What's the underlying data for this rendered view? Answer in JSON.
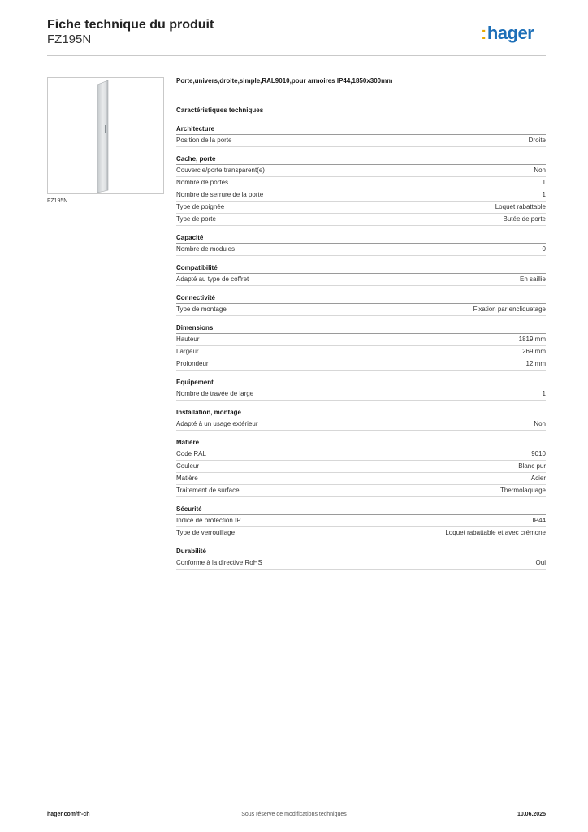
{
  "header": {
    "title": "Fiche technique du produit",
    "reference": "FZ195N",
    "logo_text": "hager",
    "logo_prefix": ":"
  },
  "product": {
    "image_caption": "FZ195N",
    "description": "Porte,univers,droite,simple,RAL9010,pour armoires IP44,1850x300mm",
    "tech_title": "Caractéristiques techniques"
  },
  "sections": [
    {
      "title": "Architecture",
      "rows": [
        {
          "label": "Position de la porte",
          "value": "Droite"
        }
      ]
    },
    {
      "title": "Cache, porte",
      "rows": [
        {
          "label": "Couvercle/porte transparent(e)",
          "value": "Non"
        },
        {
          "label": "Nombre de portes",
          "value": "1"
        },
        {
          "label": "Nombre de serrure de la porte",
          "value": "1"
        },
        {
          "label": "Type de poignée",
          "value": "Loquet rabattable"
        },
        {
          "label": "Type de porte",
          "value": "Butée de porte"
        }
      ]
    },
    {
      "title": "Capacité",
      "rows": [
        {
          "label": "Nombre de modules",
          "value": "0"
        }
      ]
    },
    {
      "title": "Compatibilité",
      "rows": [
        {
          "label": "Adapté au type de coffret",
          "value": "En saillie"
        }
      ]
    },
    {
      "title": "Connectivité",
      "rows": [
        {
          "label": "Type de montage",
          "value": "Fixation par encliquetage"
        }
      ]
    },
    {
      "title": "Dimensions",
      "rows": [
        {
          "label": "Hauteur",
          "value": "1819 mm"
        },
        {
          "label": "Largeur",
          "value": "269 mm"
        },
        {
          "label": "Profondeur",
          "value": "12 mm"
        }
      ]
    },
    {
      "title": "Equipement",
      "rows": [
        {
          "label": "Nombre de travée de large",
          "value": "1"
        }
      ]
    },
    {
      "title": "Installation, montage",
      "rows": [
        {
          "label": "Adapté à un usage extérieur",
          "value": "Non"
        }
      ]
    },
    {
      "title": "Matière",
      "rows": [
        {
          "label": "Code RAL",
          "value": "9010"
        },
        {
          "label": "Couleur",
          "value": "Blanc pur"
        },
        {
          "label": "Matière",
          "value": "Acier"
        },
        {
          "label": "Traitement de surface",
          "value": "Thermolaquage"
        }
      ]
    },
    {
      "title": "Sécurité",
      "rows": [
        {
          "label": "Indice de protection IP",
          "value": "IP44"
        },
        {
          "label": "Type de verrouillage",
          "value": "Loquet rabattable et avec crémone"
        }
      ]
    },
    {
      "title": "Durabilité",
      "rows": [
        {
          "label": "Conforme à la directive RoHS",
          "value": "Oui"
        }
      ]
    }
  ],
  "footer": {
    "website": "hager.com/fr-ch",
    "disclaimer": "Sous réserve de modifications techniques",
    "date": "10.06.2025"
  },
  "colors": {
    "brand_blue": "#1d6fb8",
    "brand_accent": "#e8a900"
  }
}
